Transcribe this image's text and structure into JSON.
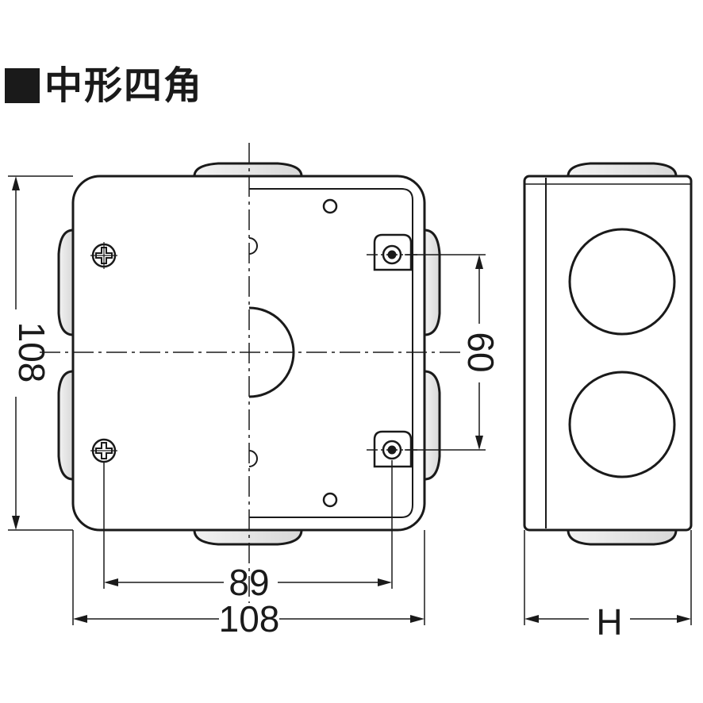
{
  "title": "■中形四角",
  "title_text": "中形四角",
  "dimensions": {
    "overall_height": "108",
    "overall_width": "108",
    "hole_pitch_horizontal": "89",
    "hole_pitch_vertical": "60",
    "depth": "H"
  },
  "colors": {
    "line": "#1a1a1a",
    "knockout_fill": "#e6e6e6",
    "background": "#ffffff"
  }
}
